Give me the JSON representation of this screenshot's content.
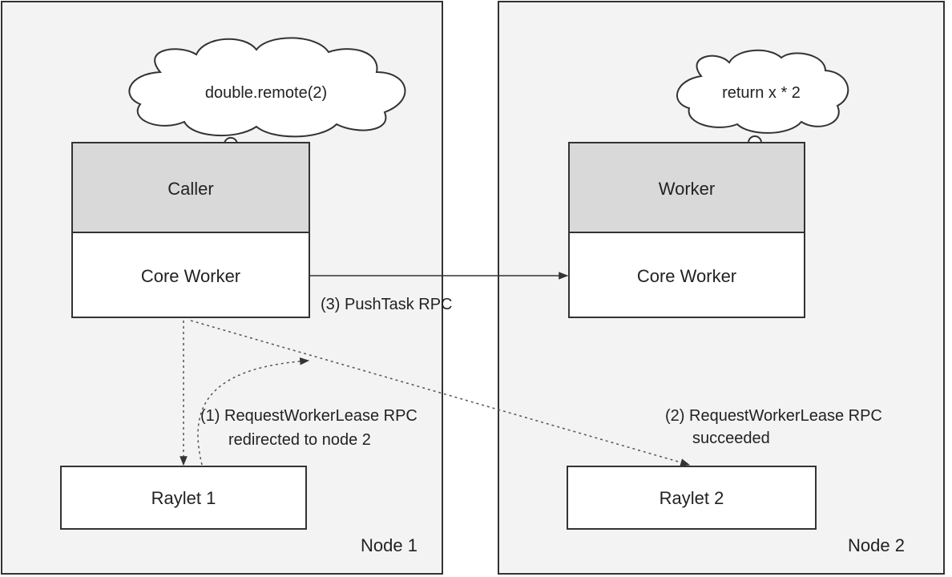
{
  "nodes": [
    {
      "id": "node1",
      "label": "Node 1"
    },
    {
      "id": "node2",
      "label": "Node 2"
    }
  ],
  "components": {
    "caller": "Caller",
    "caller_core_worker": "Core Worker",
    "worker": "Worker",
    "worker_core_worker": "Core Worker",
    "raylet1": "Raylet 1",
    "raylet2": "Raylet 2"
  },
  "thoughts": {
    "caller": "double.remote(2)",
    "worker": "return x * 2"
  },
  "rpcs": {
    "step1_line1": "(1) RequestWorkerLease RPC",
    "step1_line2": "redirected to node 2",
    "step2_line1": "(2) RequestWorkerLease RPC",
    "step2_line2": "succeeded",
    "step3": "(3) PushTask RPC"
  },
  "colors": {
    "panel_fill": "#f3f3f3",
    "header_fill": "#d9d9d9",
    "stroke": "#333333"
  }
}
